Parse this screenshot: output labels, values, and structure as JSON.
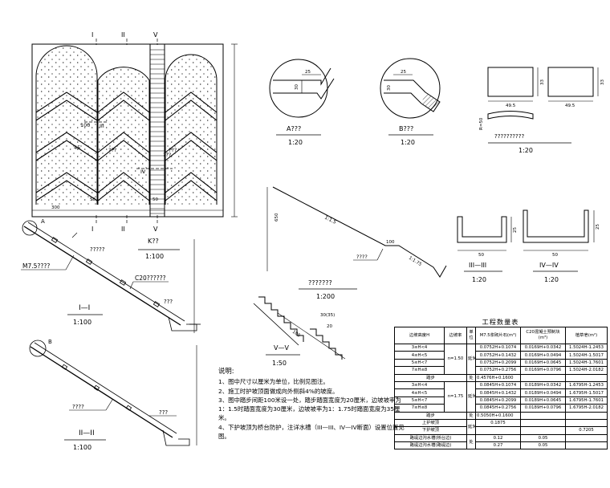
{
  "plan": {
    "cut_marks": [
      "I",
      "II",
      "V"
    ],
    "cut_marks_bottom": [
      "I",
      "II",
      "V"
    ],
    "dims": {
      "d1": "300",
      "d2": "50",
      "d3": "50",
      "d4": "50",
      "d5": "50"
    },
    "labels": {
      "iii": "III",
      "iv": "IV",
      "q1": "???",
      "q2": "???",
      "q3": "???",
      "a": "A",
      "b": "B",
      "gap": "100",
      "angle": "45"
    }
  },
  "detail_a": {
    "caption": "A???",
    "scale": "1:20",
    "d1": "25",
    "d2": "30"
  },
  "detail_b": {
    "caption": "B???",
    "scale": "1:20",
    "d1": "25",
    "d2": "30"
  },
  "detail_k": {
    "caption": "??????????",
    "scale": "1:20",
    "dims": {
      "w1": "49.5",
      "h1": "33",
      "w2": "49.5",
      "h2": "33",
      "r": "R=50"
    }
  },
  "section_1": {
    "title": "I—I",
    "scale": "1:100",
    "callout": "A",
    "label_m75": "M7.5????",
    "label_c20": "C20??????",
    "q1": "?????",
    "q2": "???",
    "k_caption": "K??",
    "k_scale": "1:100"
  },
  "section_2": {
    "title": "II—II",
    "scale": "1:100",
    "callout": "B",
    "q1": "????",
    "q2": "???"
  },
  "profile": {
    "caption": "???????",
    "scale": "1:200",
    "slope1": "1:1.5",
    "slope2": "1:1.75",
    "berm": "100",
    "height": "650",
    "ditch": "????"
  },
  "section_3": {
    "title": "III—III",
    "scale": "1:20",
    "d1": "50",
    "d2": "25"
  },
  "section_4": {
    "title": "IV—IV",
    "scale": "1:20",
    "d1": "50",
    "d2": "25"
  },
  "stairs": {
    "title": "V—V",
    "scale": "1:50",
    "dim1": "30(35)",
    "dim2": "20",
    "len": "100"
  },
  "notes": {
    "heading": "说明:",
    "items": [
      "1、图中尺寸以厘米为单位，比例见图注。",
      "2、施工时护坡顶面做成向外侧斜4%的坡度。",
      "3、图中踏步间距100米设一处，踏步踏面宽度为20厘米，边坡坡率为1：1.5时踏面宽度为30厘米，边坡坡率为1：1.75时踏面宽度为35厘米。",
      "4、下护坡顶为桥台防护，注详水槽（III—III、IV—IV断面）设置位置见图。"
    ]
  },
  "quantity_table": {
    "title": "工程数量表",
    "headers": [
      "边坡高度H",
      "边坡率",
      "单位",
      "M7.5浆砌片石(m³)",
      "C20混凝土预制块(m³)",
      "植草皂(m²)"
    ],
    "group1_ratio": "n=1.50",
    "group2_ratio": "n=1.75",
    "unit_m": "延米",
    "unit_ch": "处",
    "rows1": [
      [
        "3≤H<4",
        "0.0752H+0.1074",
        "0.0169H+0.0342",
        "1.5024H-1.2453"
      ],
      [
        "4≤H<5",
        "0.0752H+0.1432",
        "0.0169H+0.0494",
        "1.5024H-1.5017"
      ],
      [
        "5≤H<7",
        "0.0752H+0.2099",
        "0.0169H+0.0645",
        "1.5024H-1.7601"
      ],
      [
        "7≤H≤8",
        "0.0752H+0.2756",
        "0.0169H+0.0796",
        "1.5024H-2.0182"
      ]
    ],
    "row_tap1": [
      "踏步",
      "0.4576H+0.1600"
    ],
    "rows2": [
      [
        "3≤H<4",
        "0.0845H+0.1074",
        "0.0189H+0.0342",
        "1.6795H-1.2453"
      ],
      [
        "4≤H<5",
        "0.0845H+0.1432",
        "0.0189H+0.0494",
        "1.6795H-1.5017"
      ],
      [
        "5≤H<7",
        "0.0845H+0.2099",
        "0.0189H+0.0645",
        "1.6795H-1.7601"
      ],
      [
        "7≤H≤8",
        "0.0845H+0.2756",
        "0.0189H+0.0796",
        "1.6795H-2.0182"
      ]
    ],
    "row_tap2": [
      "踏步",
      "0.5050H+0.1600"
    ],
    "row_top": [
      "上护坡顶",
      "0.1875"
    ],
    "row_bot": [
      "下护坡顶",
      "",
      "",
      "0.7205"
    ],
    "row_d1": [
      "路堤边沟水槽(桥台边)",
      "0.12",
      "0.05"
    ],
    "row_d2": [
      "路堤边沟水槽(路堤边)",
      "0.27",
      "0.05"
    ]
  }
}
